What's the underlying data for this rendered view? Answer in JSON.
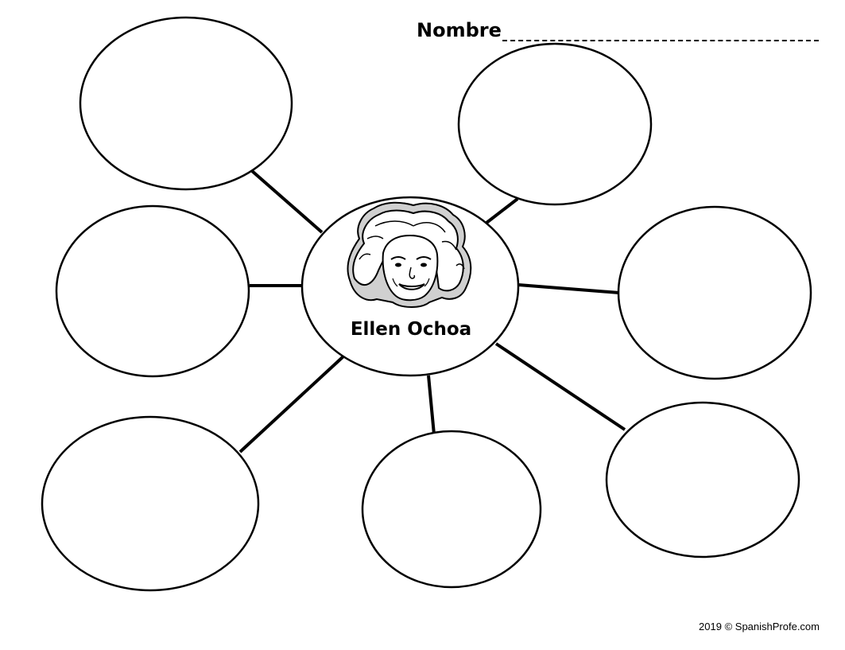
{
  "header": {
    "name_label": "Nombre"
  },
  "center": {
    "title": "Ellen Ochoa",
    "portrait_icon": "ellen-ochoa-portrait-icon"
  },
  "outer_bubbles": [
    {
      "id": "top-left",
      "text": ""
    },
    {
      "id": "top-right",
      "text": ""
    },
    {
      "id": "middle-left",
      "text": ""
    },
    {
      "id": "middle-right",
      "text": ""
    },
    {
      "id": "bottom-left",
      "text": ""
    },
    {
      "id": "bottom-center",
      "text": ""
    },
    {
      "id": "bottom-right",
      "text": ""
    }
  ],
  "footer": {
    "copyright": "2019 © SpanishProfe.com"
  }
}
